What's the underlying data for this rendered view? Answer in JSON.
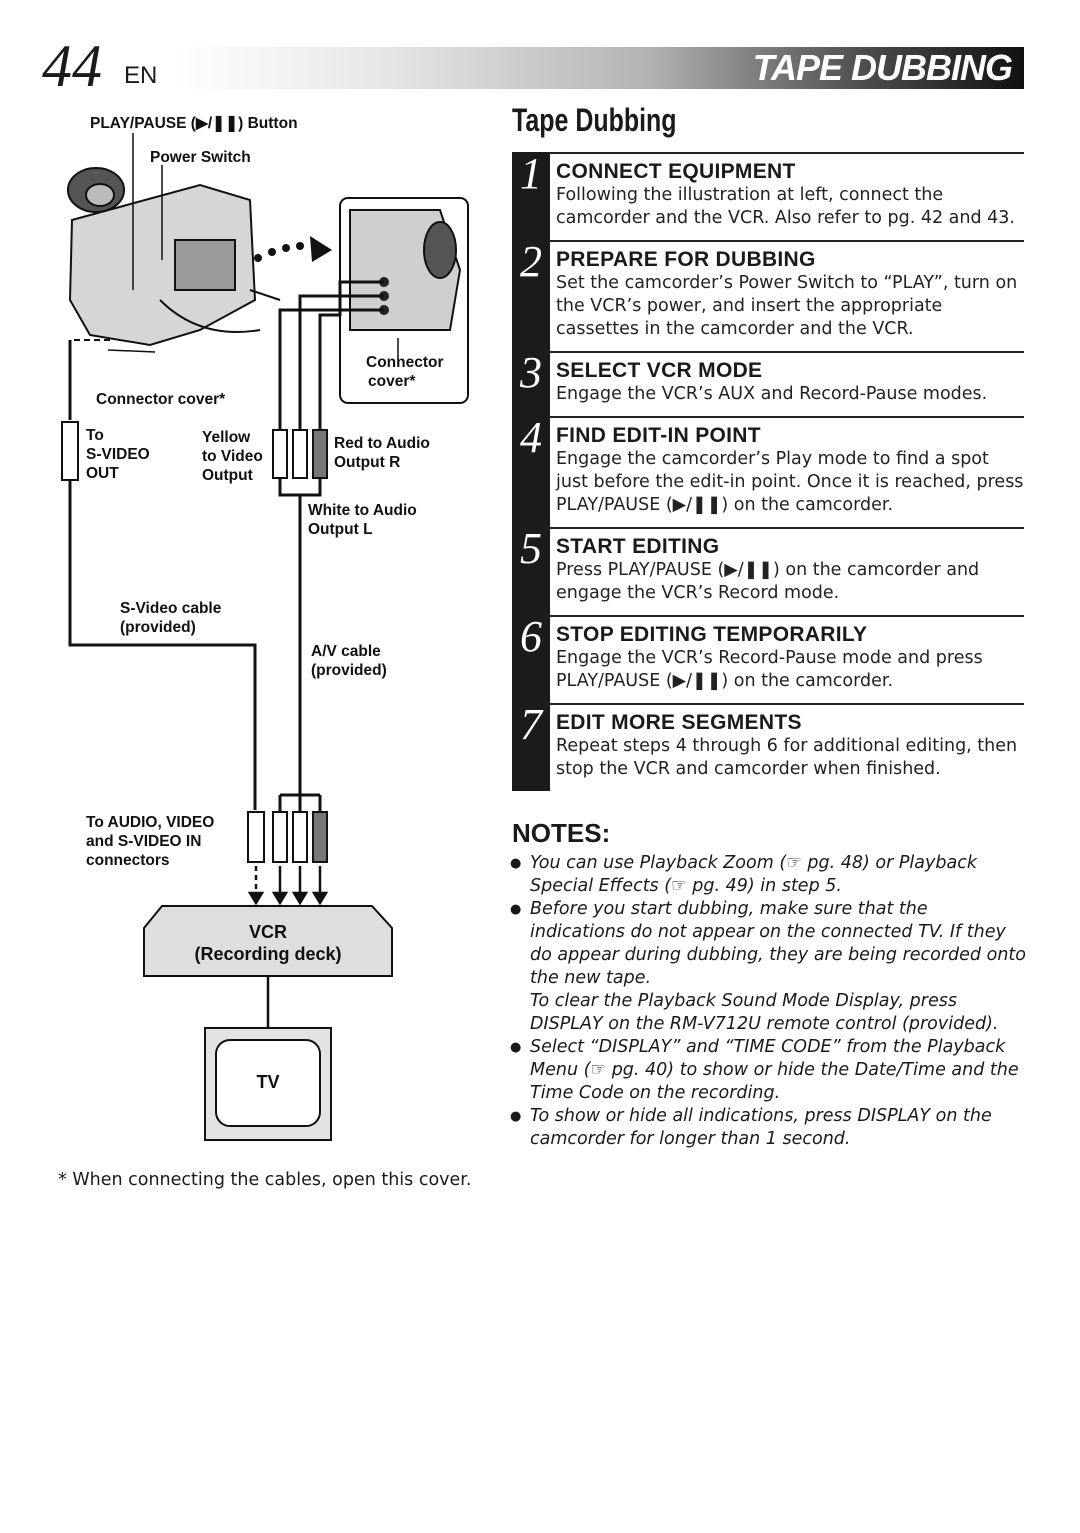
{
  "header": {
    "page_number": "44",
    "lang": "EN",
    "banner_title": "TAPE DUBBING"
  },
  "section_title": "Tape Dubbing",
  "steps": [
    {
      "num": "1",
      "title": "CONNECT EQUIPMENT",
      "text": "Following the illustration at left, connect the camcorder and the VCR. Also refer to pg. 42 and 43."
    },
    {
      "num": "2",
      "title": "PREPARE FOR DUBBING",
      "text": "Set the camcorder’s Power Switch to “PLAY”, turn on the VCR’s power, and insert the appropriate cassettes in the camcorder and the VCR."
    },
    {
      "num": "3",
      "title": "SELECT VCR MODE",
      "text": "Engage the VCR’s AUX and Record-Pause modes."
    },
    {
      "num": "4",
      "title": "FIND EDIT-IN POINT",
      "text": "Engage the camcorder’s Play mode to find a spot just before the edit-in point. Once it is reached, press PLAY/PAUSE (▶/❚❚) on the camcorder."
    },
    {
      "num": "5",
      "title": "START EDITING",
      "text": "Press PLAY/PAUSE (▶/❚❚) on the camcorder and engage the VCR’s Record mode."
    },
    {
      "num": "6",
      "title": "STOP EDITING TEMPORARILY",
      "text": "Engage the VCR’s Record-Pause mode and press PLAY/PAUSE (▶/❚❚) on the camcorder."
    },
    {
      "num": "7",
      "title": "EDIT MORE SEGMENTS",
      "text": "Repeat steps 4 through 6 for additional editing, then stop the VCR and camcorder when finished."
    }
  ],
  "notes": {
    "heading": "NOTES:",
    "items": [
      "You can use Playback Zoom (☞ pg. 48) or Playback Special Effects (☞ pg. 49) in step 5.",
      "Before you start dubbing, make sure that the indications do not appear on the connected TV. If they do appear during dubbing, they are being recorded onto the new tape.",
      "Select “DISPLAY” and “TIME CODE” from the Playback Menu (☞ pg. 40) to show or hide the Date/Time and the Time Code on the recording.",
      "To show or hide all indications, press DISPLAY on the camcorder for longer than 1 second."
    ],
    "subnote": "To clear the Playback Sound Mode Display, press DISPLAY on the RM-V712U remote control (provided)."
  },
  "diagram": {
    "play_pause_button": "PLAY/PAUSE (▶/❚❚) Button",
    "power_switch": "Power Switch",
    "connector_cover_left": "Connector cover*",
    "connector_cover_right_1": "Connector",
    "connector_cover_right_2": "cover*",
    "svideo_out_1": "To",
    "svideo_out_2": "S-VIDEO",
    "svideo_out_3": "OUT",
    "yellow_1": "Yellow",
    "yellow_2": "to Video",
    "yellow_3": "Output",
    "red_1": "Red to Audio",
    "red_2": "Output R",
    "white_1": "White to Audio",
    "white_2": "Output L",
    "svideo_cable_1": "S-Video cable",
    "svideo_cable_2": "(provided)",
    "av_cable_1": "A/V cable",
    "av_cable_2": "(provided)",
    "vcr_in_1": "To AUDIO, VIDEO",
    "vcr_in_2": "and S-VIDEO IN",
    "vcr_in_3": "connectors",
    "vcr_1": "VCR",
    "vcr_2": "(Recording deck)",
    "tv": "TV"
  },
  "footnote": "* When connecting the cables, open this cover."
}
